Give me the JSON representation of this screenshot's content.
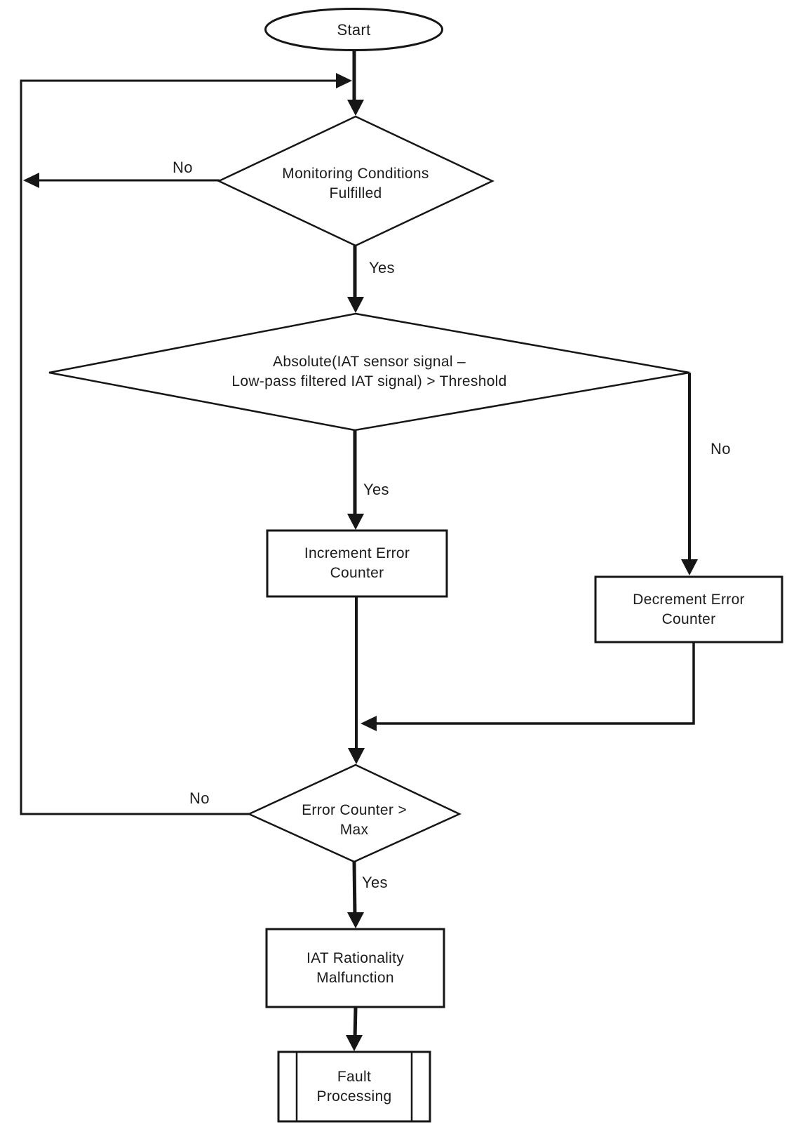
{
  "diagram": {
    "background_color": "#ffffff",
    "line_color": "#161616",
    "text_color": "#1c1c1c",
    "nodes": {
      "start": {
        "shape": "terminator",
        "label": "Start"
      },
      "monitoring": {
        "shape": "decision",
        "line1": "Monitoring Conditions",
        "line2": "Fulfilled"
      },
      "absolute": {
        "shape": "decision",
        "line1": "Absolute(IAT sensor signal –",
        "line2": "Low-pass filtered IAT signal) > Threshold"
      },
      "increment": {
        "shape": "process",
        "line1": "Increment Error",
        "line2": "Counter"
      },
      "decrement": {
        "shape": "process",
        "line1": "Decrement Error",
        "line2": "Counter"
      },
      "error_counter": {
        "shape": "decision",
        "line1": "Error Counter >",
        "line2": "Max"
      },
      "malfunction": {
        "shape": "process",
        "line1": "IAT Rationality",
        "line2": "Malfunction"
      },
      "fault": {
        "shape": "predefined_process",
        "line1": "Fault",
        "line2": "Processing"
      }
    },
    "edge_labels": {
      "monitoring_no": "No",
      "monitoring_yes": "Yes",
      "absolute_yes": "Yes",
      "absolute_no": "No",
      "error_counter_no": "No",
      "error_counter_yes": "Yes"
    }
  }
}
